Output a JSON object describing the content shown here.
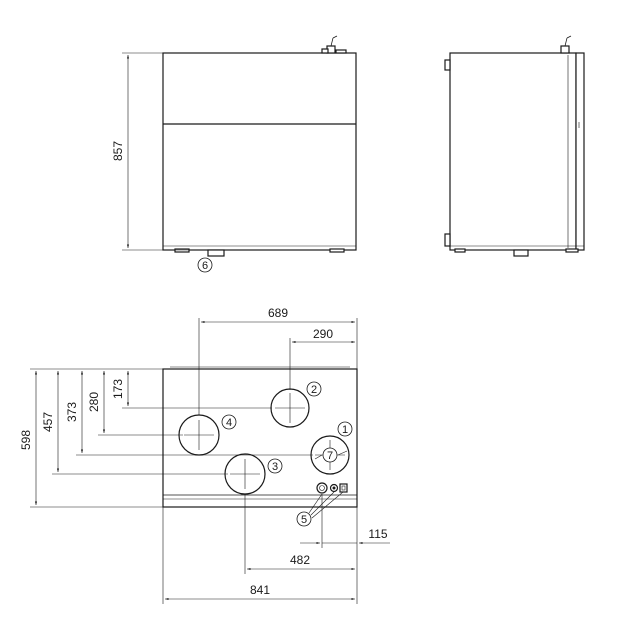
{
  "front_view": {
    "height_label": "857",
    "callout_6": "6"
  },
  "top_view": {
    "dims": {
      "d689": "689",
      "d290": "290",
      "d598": "598",
      "d457": "457",
      "d373": "373",
      "d280": "280",
      "d173": "173",
      "d115": "115",
      "d482": "482",
      "d841": "841"
    },
    "callouts": {
      "c1": "1",
      "c2": "2",
      "c3": "3",
      "c4": "4",
      "c5": "5",
      "c7": "7"
    }
  }
}
